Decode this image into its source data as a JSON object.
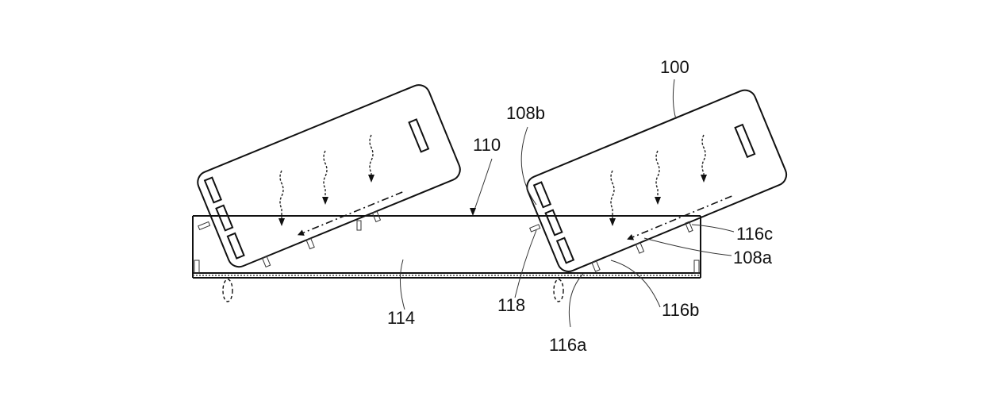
{
  "figure": {
    "labels": {
      "card": "100",
      "tray": "110",
      "tray_interior": "114",
      "card_edge_side": "108b",
      "card_edge_bottom": "108a",
      "protrusion_a": "116a",
      "protrusion_b": "116b",
      "protrusion_c": "116c",
      "notch": "118"
    }
  }
}
